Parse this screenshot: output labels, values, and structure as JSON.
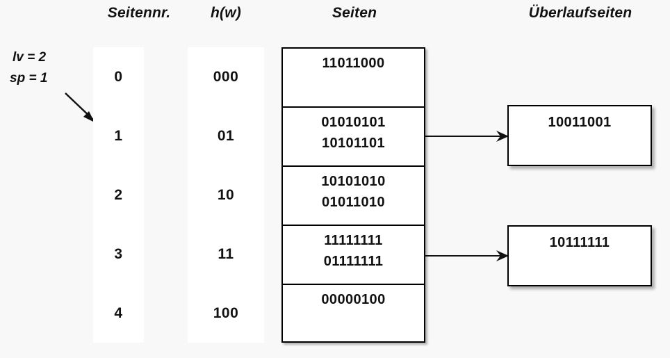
{
  "headers": {
    "seitennr": "Seitennr.",
    "hw": "h(w)",
    "seiten": "Seiten",
    "ueberlaufseiten": "Überlaufseiten"
  },
  "params": {
    "lv": "lv = 2",
    "sp": "sp = 1"
  },
  "colors": {
    "background": "#f8f8f8",
    "box_fill": "#ffffff",
    "stroke": "#000000",
    "text": "#111111"
  },
  "rows": [
    {
      "seitennr": "0",
      "hw": "000",
      "records": [
        "11011000"
      ]
    },
    {
      "seitennr": "1",
      "hw": "01",
      "records": [
        "01010101",
        "10101101"
      ]
    },
    {
      "seitennr": "2",
      "hw": "10",
      "records": [
        "10101010",
        "01011010"
      ]
    },
    {
      "seitennr": "3",
      "hw": "11",
      "records": [
        "11111111",
        "01111111"
      ]
    },
    {
      "seitennr": "4",
      "hw": "100",
      "records": [
        "00000100"
      ]
    }
  ],
  "overflow_pages": [
    {
      "from_row": 1,
      "records": [
        "10011001"
      ]
    },
    {
      "from_row": 3,
      "records": [
        "10111111"
      ]
    }
  ],
  "icons": {
    "diagonal_arrow": "arrow-down-right-icon",
    "connector_arrow": "arrow-right-icon"
  }
}
